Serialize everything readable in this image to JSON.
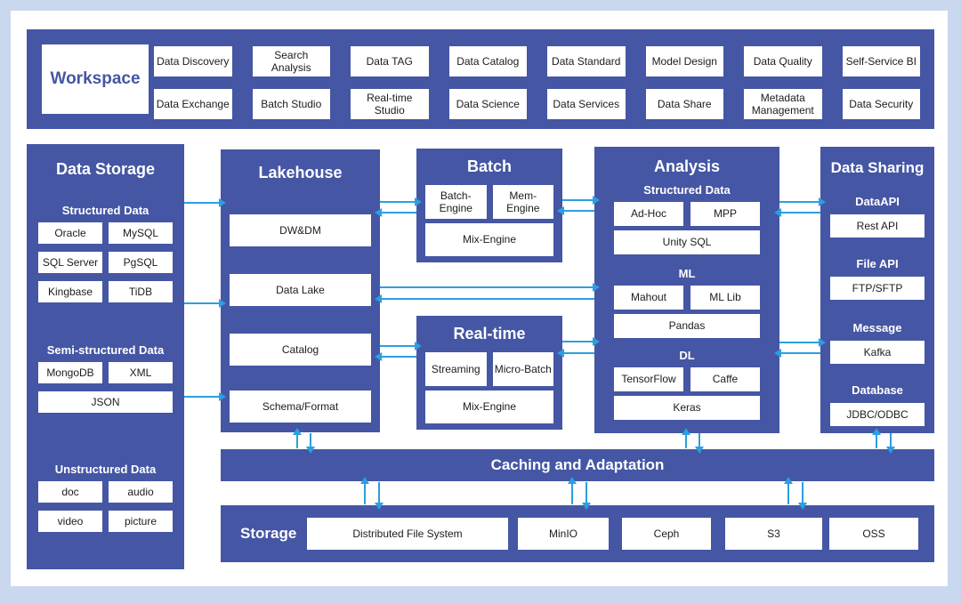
{
  "colors": {
    "panel_blue": "#4556a4",
    "arrow_blue": "#2b9fe0",
    "frame_background": "#c9d8ee",
    "page_background": "#ffffff",
    "box_text": "#1c1c1c"
  },
  "workspace": {
    "title": "Workspace",
    "row1": [
      "Data Discovery",
      "Search Analysis",
      "Data TAG",
      "Data Catalog",
      "Data Standard",
      "Model Design",
      "Data Quality",
      "Self-Service BI"
    ],
    "row2": [
      "Data Exchange",
      "Batch Studio",
      "Real-time Studio",
      "Data Science",
      "Data Services",
      "Data Share",
      "Metadata Management",
      "Data Security"
    ]
  },
  "data_storage": {
    "title": "Data Storage",
    "structured": {
      "label": "Structured Data",
      "items": [
        "Oracle",
        "MySQL",
        "SQL Server",
        "PgSQL",
        "Kingbase",
        "TiDB"
      ]
    },
    "semi_structured": {
      "label": "Semi-structured Data",
      "items": [
        "MongoDB",
        "XML"
      ],
      "wide": "JSON"
    },
    "unstructured": {
      "label": "Unstructured Data",
      "items": [
        "doc",
        "audio",
        "video",
        "picture"
      ]
    }
  },
  "lakehouse": {
    "title": "Lakehouse",
    "items": [
      "DW&DM",
      "Data Lake",
      "Catalog",
      "Schema/Format"
    ]
  },
  "batch": {
    "title": "Batch",
    "engines": [
      "Batch-Engine",
      "Mem-Engine"
    ],
    "wide": "Mix-Engine"
  },
  "realtime": {
    "title": "Real-time",
    "engines": [
      "Streaming",
      "Micro-Batch"
    ],
    "wide": "Mix-Engine"
  },
  "analysis": {
    "title": "Analysis",
    "groups": [
      {
        "label": "Structured Data",
        "items": [
          "Ad-Hoc",
          "MPP"
        ],
        "wide": "Unity SQL"
      },
      {
        "label": "ML",
        "items": [
          "Mahout",
          "ML Lib"
        ],
        "wide": "Pandas"
      },
      {
        "label": "DL",
        "items": [
          "TensorFlow",
          "Caffe"
        ],
        "wide": "Keras"
      }
    ]
  },
  "data_sharing": {
    "title": "Data Sharing",
    "groups": [
      {
        "label": "DataAPI",
        "item": "Rest API"
      },
      {
        "label": "File API",
        "item": "FTP/SFTP"
      },
      {
        "label": "Message",
        "item": "Kafka"
      },
      {
        "label": "Database",
        "item": "JDBC/ODBC"
      }
    ]
  },
  "caching": {
    "title": "Caching and Adaptation"
  },
  "storage": {
    "title": "Storage",
    "items": [
      "Distributed File System",
      "MinIO",
      "Ceph",
      "S3",
      "OSS"
    ]
  }
}
